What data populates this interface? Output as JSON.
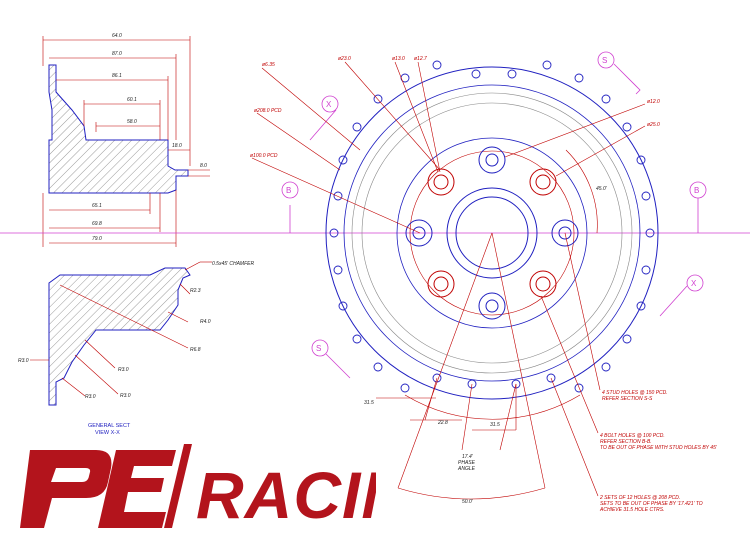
{
  "section_view": {
    "dims": [
      "64.0",
      "87.0",
      "86.1",
      "60.1",
      "58.0",
      "18.0",
      "8.0",
      "65.1",
      "69.8",
      "79.0"
    ],
    "chamfer_note": "0.5x45' CHAMFER",
    "radii": [
      "R2.3",
      "R4.0",
      "R6.8",
      "R3.0",
      "R3.0",
      "R3.0",
      "R3.0"
    ],
    "caption_line1": "GENERAL SECT",
    "caption_line2": "VIEW X-X"
  },
  "front_view": {
    "callouts": {
      "d_small": "ø6.35",
      "d_23": "ø23.0",
      "d_13": "ø13.0",
      "d_12_7": "ø12.7",
      "d_12": "ø12.0",
      "d_25": "ø25.0",
      "pcd_208": "ø208.0 PCD",
      "pcd_100": "ø100.0 PCD"
    },
    "section_marks": [
      "S",
      "X",
      "B",
      "B",
      "X",
      "S"
    ],
    "angles": {
      "a45": "45.0'",
      "phase_line1": "17.4'",
      "phase_line2": "PHASE",
      "phase_line3": "ANGLE",
      "a50": "50.0'"
    },
    "bottom_dims": [
      "31.5",
      "22.8",
      "31.5"
    ],
    "notes": {
      "n1_line1": "4 STUD HOLES @ 150 PCD.",
      "n1_line2": "REFER SECTION S-S",
      "n2_line1": "4 BOLT HOLES @ 100 PCD.",
      "n2_line2": "REFER SECTION B-B.",
      "n2_line3": "TO BE OUT OF PHASE WITH STUD HOLES BY 45'",
      "n3_line1": "2 SETS OF 12 HOLES @ 208 PCD.",
      "n3_line2": "SETS TO BE OUT OF PHASE BY '17.421' TO",
      "n3_line3": "ACHIEVE 31.5 HOLE CTRS."
    }
  },
  "logo": {
    "mark": "PE",
    "word": "RACING",
    "color": "#b3141c"
  },
  "colors": {
    "outline": "#2020c0",
    "dimension": "#c00000",
    "centerline": "#d040d0",
    "ink": "#222222"
  }
}
